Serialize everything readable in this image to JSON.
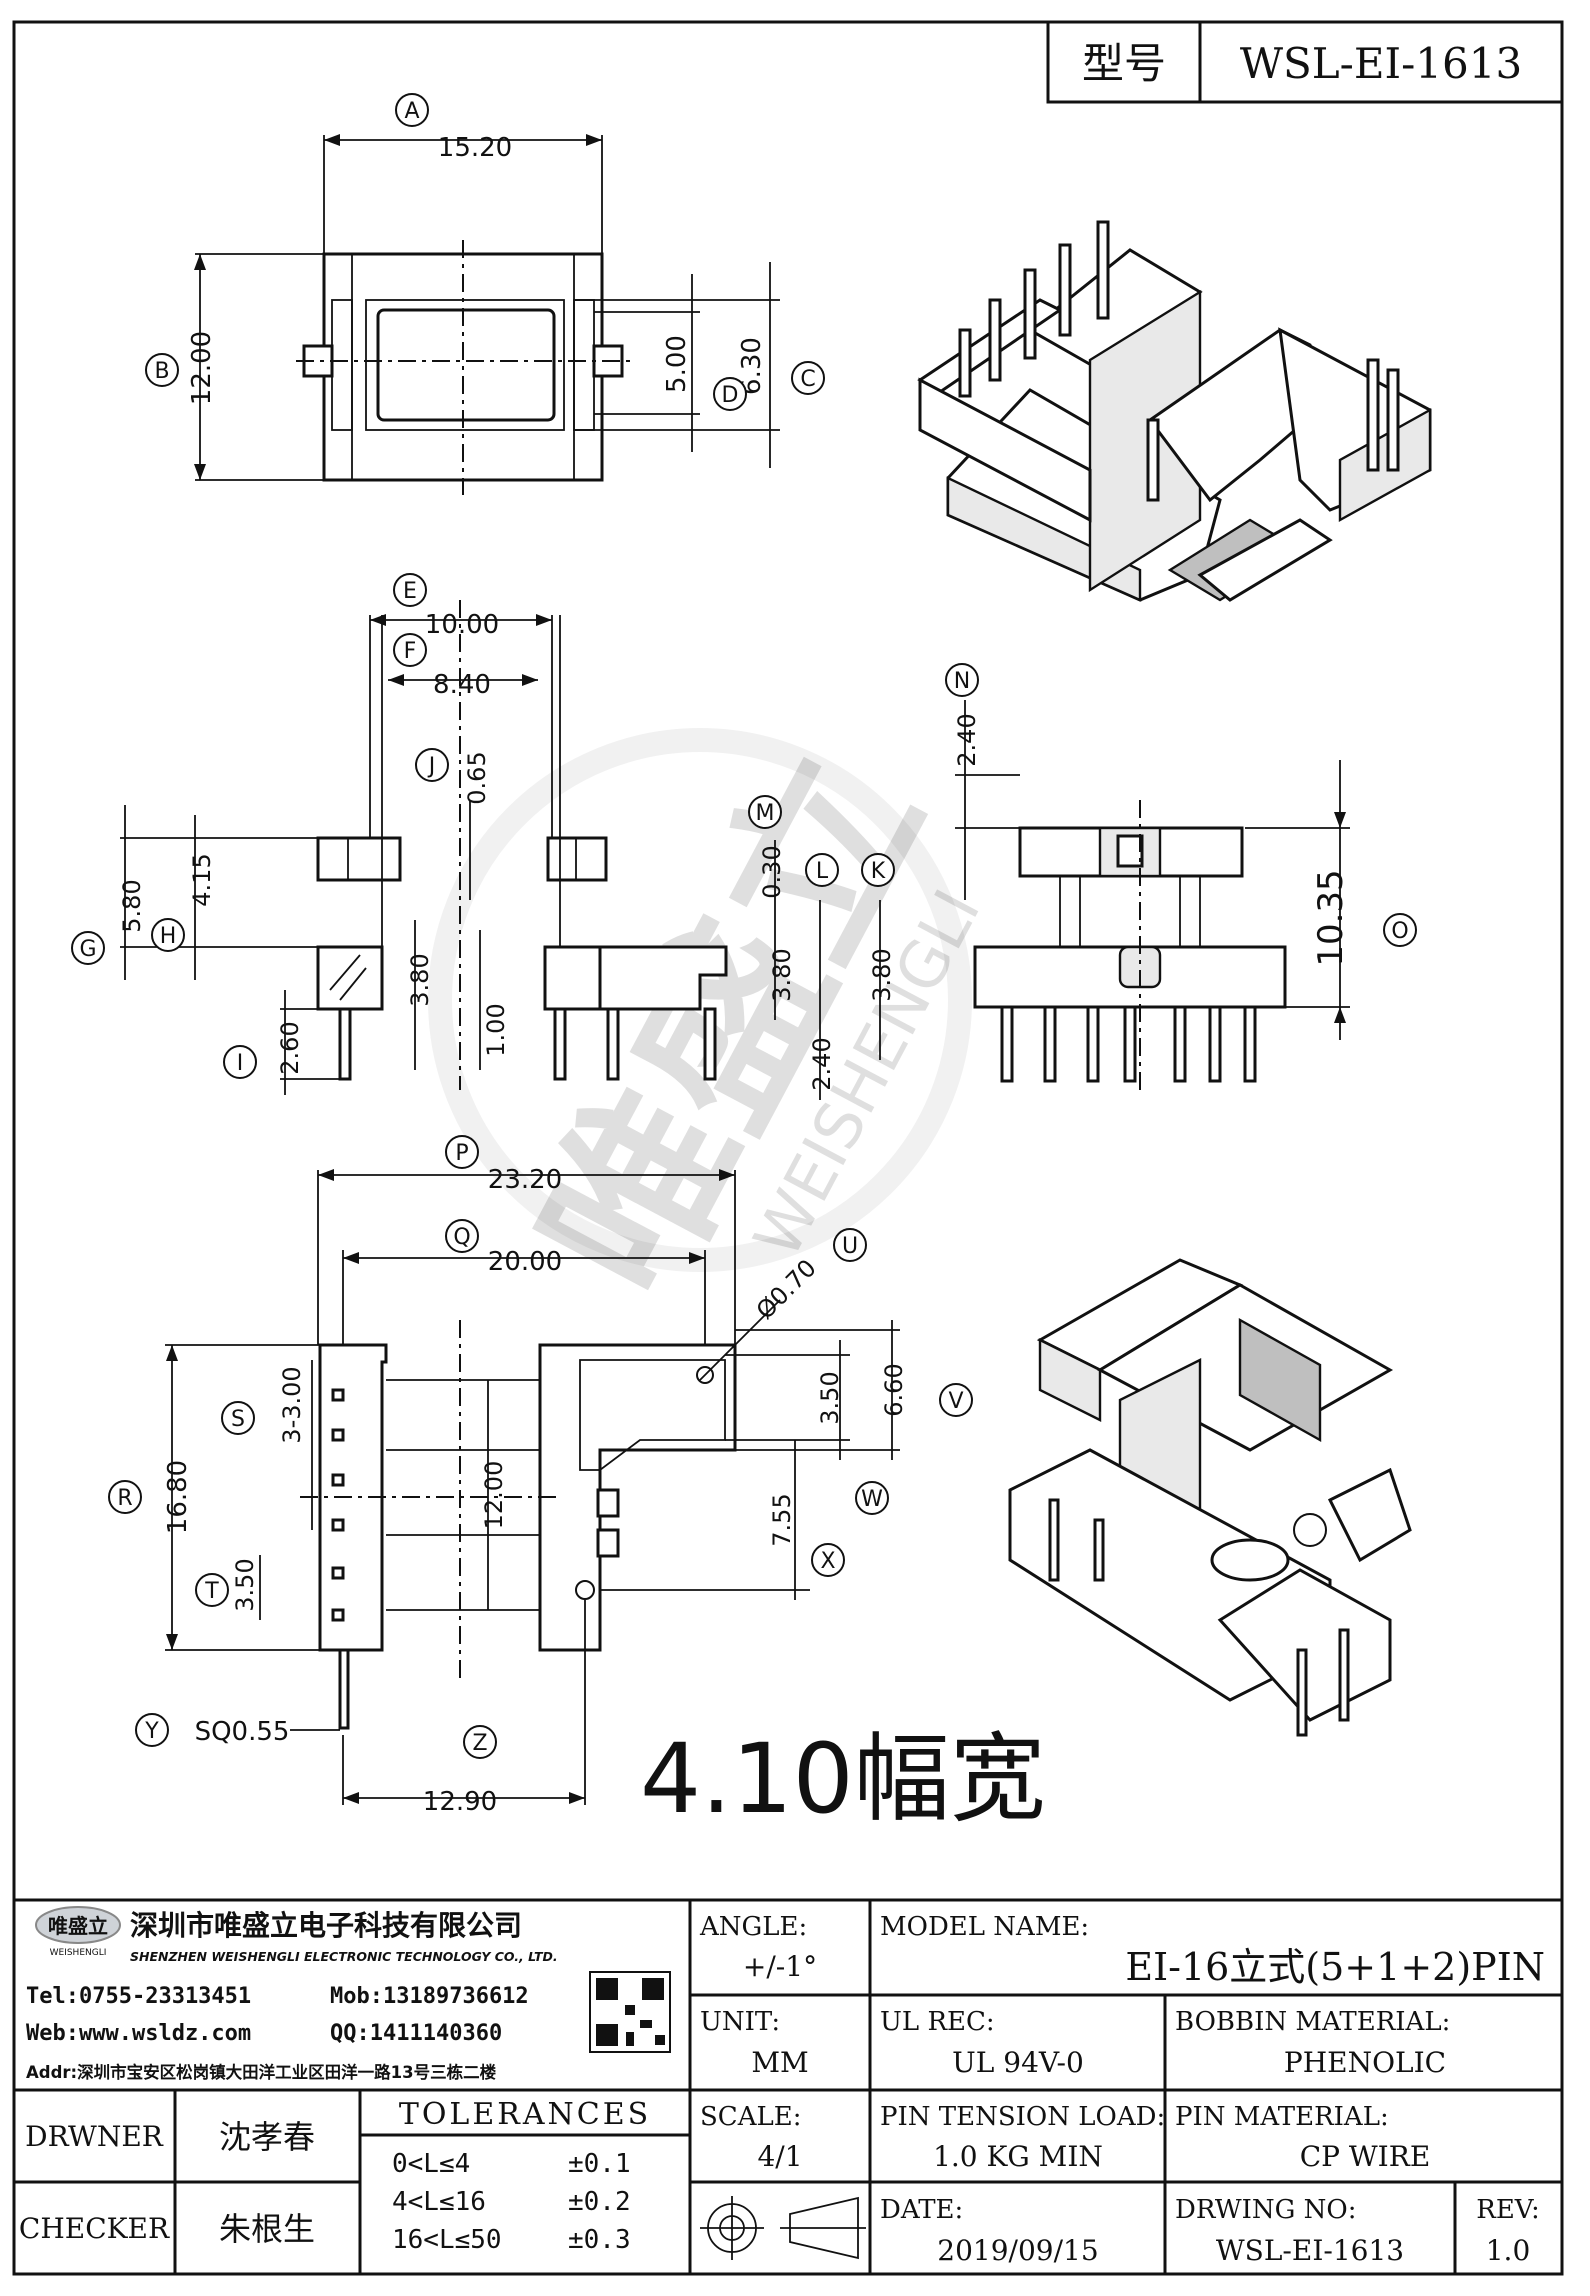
{
  "header": {
    "model_label": "型号",
    "model_value": "WSL-EI-1613"
  },
  "dimensions": {
    "A": {
      "letter": "A",
      "value": "15.20"
    },
    "B": {
      "letter": "B",
      "value": "12.00"
    },
    "C": {
      "letter": "C",
      "value": "6.30"
    },
    "D": {
      "letter": "D",
      "value": "5.00"
    },
    "E": {
      "letter": "E",
      "value": "10.00"
    },
    "F": {
      "letter": "F",
      "value": "8.40"
    },
    "J": {
      "letter": "J",
      "value": "0.65"
    },
    "M": {
      "letter": "M",
      "value": "0.30"
    },
    "L": {
      "letter": "L",
      "value": "3.80"
    },
    "K": {
      "letter": "K",
      "value": "3.80"
    },
    "G": {
      "letter": "G",
      "value": "5.80"
    },
    "H": {
      "letter": "H",
      "value": "4.15"
    },
    "I": {
      "letter": "I",
      "value": "2.60"
    },
    "H2": {
      "value": "3.80"
    },
    "I2": {
      "value": "1.00"
    },
    "L2": {
      "value": "2.40"
    },
    "N": {
      "letter": "N",
      "value": "2.40"
    },
    "O": {
      "letter": "O",
      "value": "10.35"
    },
    "P": {
      "letter": "P",
      "value": "23.20"
    },
    "Q": {
      "letter": "Q",
      "value": "20.00"
    },
    "U": {
      "letter": "U",
      "value": "Ø0.70"
    },
    "V": {
      "letter": "V",
      "value": "6.60"
    },
    "W": {
      "letter": "W",
      "value": "3.50"
    },
    "X": {
      "letter": "X",
      "value": "7.55"
    },
    "R": {
      "letter": "R",
      "value": "16.80"
    },
    "S": {
      "letter": "S",
      "value": "3-3.00"
    },
    "T": {
      "letter": "T",
      "value": "3.50"
    },
    "center12": {
      "value": "12.00"
    },
    "Y": {
      "letter": "Y",
      "value": "SQ0.55"
    },
    "Z": {
      "letter": "Z",
      "value": "12.90"
    }
  },
  "width_note": "4.10幅宽",
  "title_block": {
    "company_cn": "深圳市唯盛立电子科技有限公司",
    "company_en": "SHENZHEN WEISHENGLI ELECTRONIC TECHNOLOGY CO., LTD.",
    "logo_text": "唯盛立",
    "logo_sub": "WEISHENGLI",
    "tel": "Tel:0755-23313451",
    "mob": "Mob:13189736612",
    "web": "Web:www.wsldz.com",
    "qq": "QQ:1411140360",
    "addr": "Addr:深圳市宝安区松岗镇大田洋工业区田洋一路13号三栋二楼",
    "angle_label": "ANGLE:",
    "angle_value": "+/-1°",
    "model_name_label": "MODEL NAME:",
    "model_name_value": "EI-16立式(5+1+2)PIN",
    "unit_label": "UNIT:",
    "unit_value": "MM",
    "ul_label": "UL REC:",
    "ul_value": "UL 94V-0",
    "bobbin_label": "BOBBIN MATERIAL:",
    "bobbin_value": "PHENOLIC",
    "scale_label": "SCALE:",
    "scale_value": "4/1",
    "pin_tension_label": "PIN TENSION LOAD:",
    "pin_tension_value": "1.0 KG MIN",
    "pin_material_label": "PIN MATERIAL:",
    "pin_material_value": "CP WIRE",
    "date_label": "DATE:",
    "date_value": "2019/09/15",
    "drawing_no_label": "DRWING NO:",
    "drawing_no_value": "WSL-EI-1613",
    "rev_label": "REV:",
    "rev_value": "1.0",
    "drawer_label": "DRWNER",
    "drawer_name": "沈孝春",
    "checker_label": "CHECKER",
    "checker_name": "朱根生",
    "tolerances_title": "TOLERANCES",
    "tolerances": [
      {
        "range": "0<L≤4",
        "tol": "±0.1"
      },
      {
        "range": "4<L≤16",
        "tol": "±0.2"
      },
      {
        "range": "16<L≤50",
        "tol": "±0.3"
      }
    ]
  },
  "watermark": {
    "cn": "唯盛立",
    "en": "WEISHENGLI"
  }
}
